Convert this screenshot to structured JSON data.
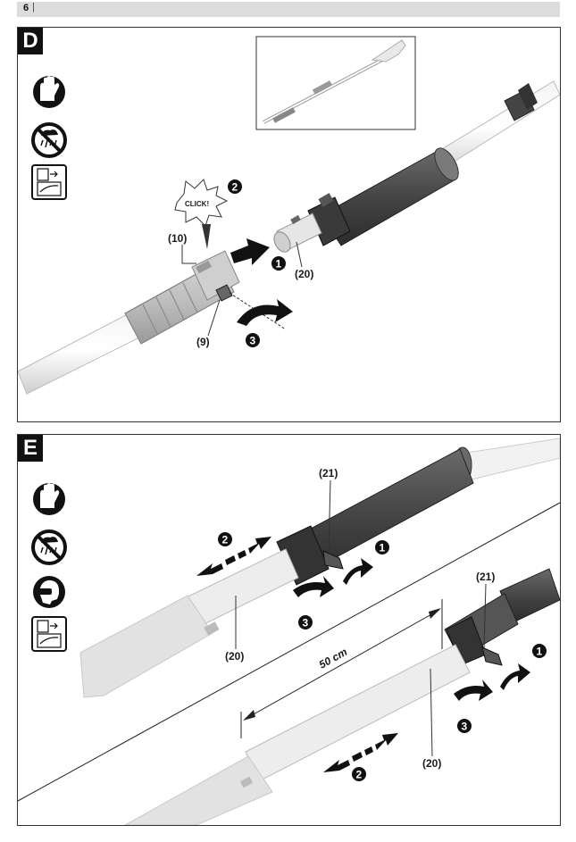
{
  "header": {
    "page_number": "6"
  },
  "panel_d": {
    "letter": "D",
    "click_text": "CLICK!",
    "labels": {
      "part_10": "(10)",
      "part_9": "(9)",
      "part_20": "(20)"
    },
    "steps": {
      "s1": "1",
      "s2": "2",
      "s3": "3"
    }
  },
  "panel_e": {
    "letter": "E",
    "labels": {
      "part_21_top": "(21)",
      "part_21_bottom": "(21)",
      "part_20_top": "(20)",
      "part_20_bottom": "(20)"
    },
    "dimension": "50 cm",
    "steps": {
      "top_1": "1",
      "top_2": "2",
      "top_3": "3",
      "bottom_1": "1",
      "bottom_2": "2",
      "bottom_3": "3"
    }
  },
  "icons": {
    "d": [
      "gloves-icon",
      "no-rain-icon",
      "read-manual-icon"
    ],
    "e": [
      "gloves-icon",
      "no-rain-icon",
      "eye-protection-icon",
      "read-manual-icon"
    ]
  }
}
